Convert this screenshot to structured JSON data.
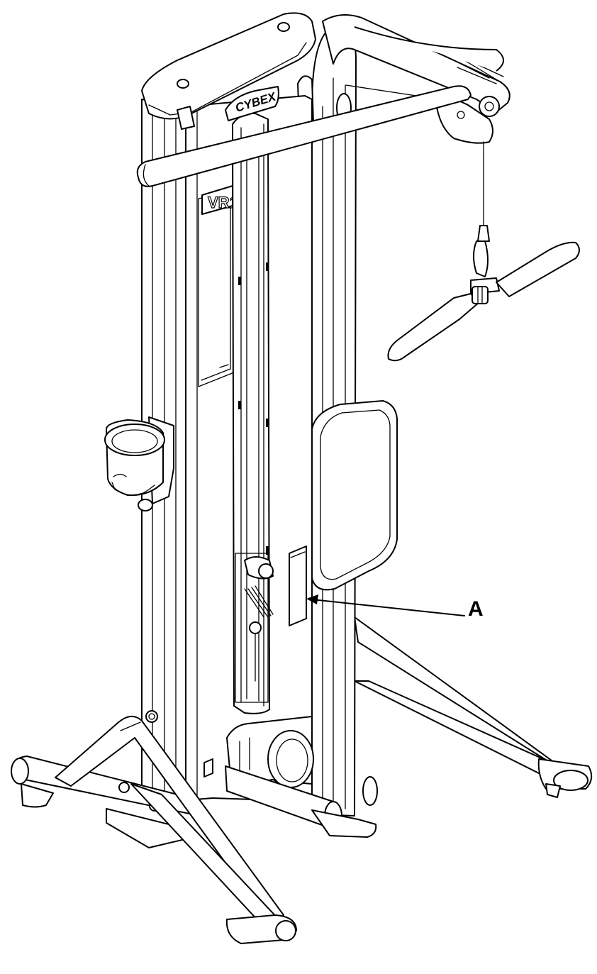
{
  "diagram": {
    "brand_label": "CYBEX",
    "model_label": "VR1",
    "callouts": [
      {
        "letter": "A"
      }
    ],
    "colors": {
      "line": "#000000",
      "background": "#ffffff"
    }
  }
}
